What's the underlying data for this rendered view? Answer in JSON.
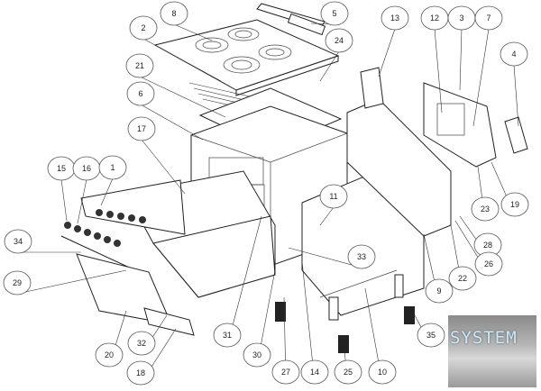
{
  "diagram": {
    "part_labels": [
      "8",
      "5",
      "24",
      "13",
      "12",
      "3",
      "7",
      "4",
      "2",
      "21",
      "6",
      "17",
      "15",
      "16",
      "1",
      "11",
      "34",
      "33",
      "29",
      "23",
      "19",
      "28",
      "26",
      "22",
      "9",
      "35",
      "20",
      "32",
      "18",
      "31",
      "30",
      "27",
      "14",
      "25",
      "10"
    ],
    "logo_text": "SYSTEM"
  }
}
